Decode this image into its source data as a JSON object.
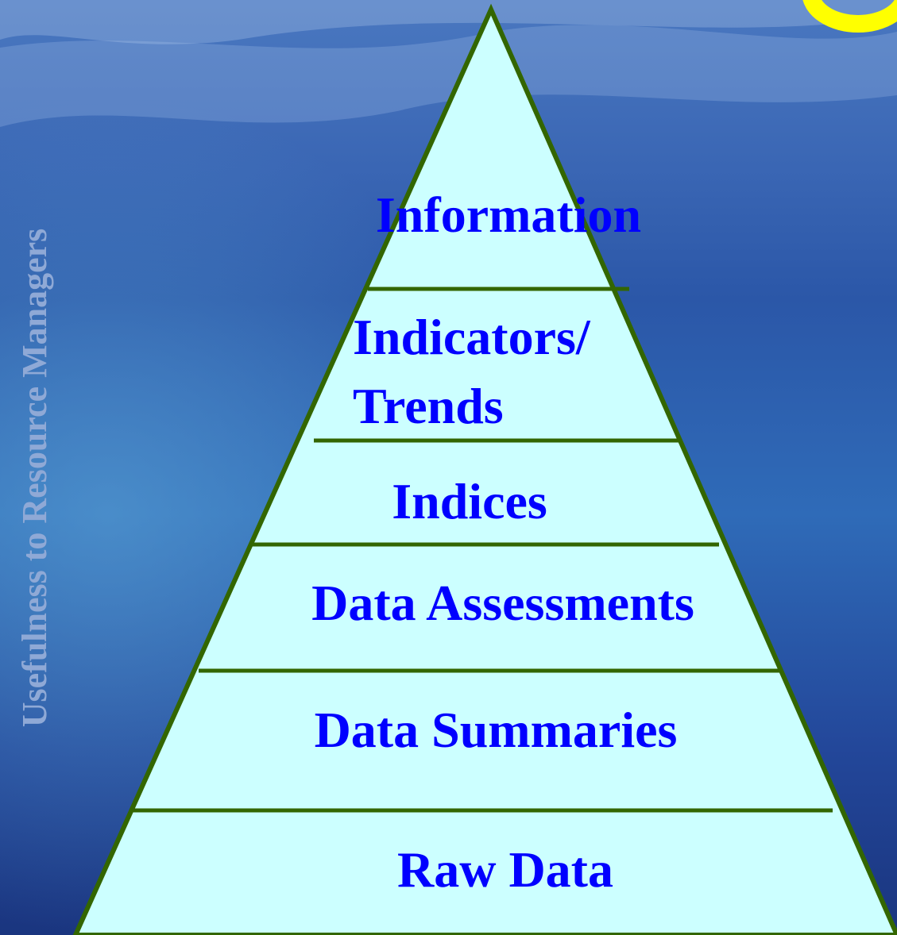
{
  "axis_label": "Usefulness to Resource Managers",
  "levels": [
    {
      "id": "information",
      "lines": [
        "Information"
      ]
    },
    {
      "id": "indicators-trends",
      "lines": [
        "Indicators/",
        "Trends"
      ]
    },
    {
      "id": "indices",
      "lines": [
        "Indices"
      ]
    },
    {
      "id": "data-assessments",
      "lines": [
        "Data Assessments"
      ]
    },
    {
      "id": "data-summaries",
      "lines": [
        "Data Summaries"
      ]
    },
    {
      "id": "raw-data",
      "lines": [
        "Raw Data"
      ]
    }
  ],
  "colors": {
    "pyramid_fill": "#ccffff",
    "pyramid_outline": "#336600",
    "level_text": "#0000ff",
    "axis_text": "#8fa9d6",
    "sun_accent": "#ffff00"
  }
}
